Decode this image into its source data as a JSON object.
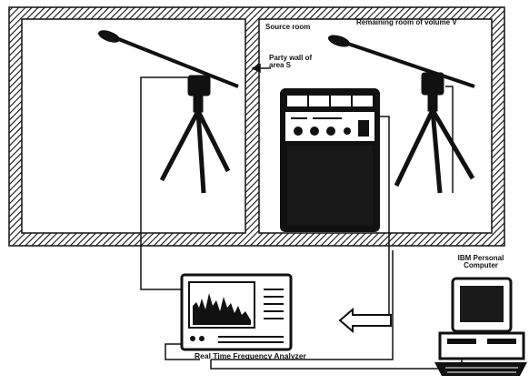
{
  "labels": {
    "source_room": "Source room",
    "remaining_room": "Remaining room of volume V",
    "party_wall": "Party wall of area S",
    "analyzer": "Real Time Frequency Analyzer",
    "computer": "IBM Personal Computer"
  },
  "colors": {
    "ink": "#111111",
    "paper": "#ffffff",
    "screen": "#1a1a1a"
  }
}
